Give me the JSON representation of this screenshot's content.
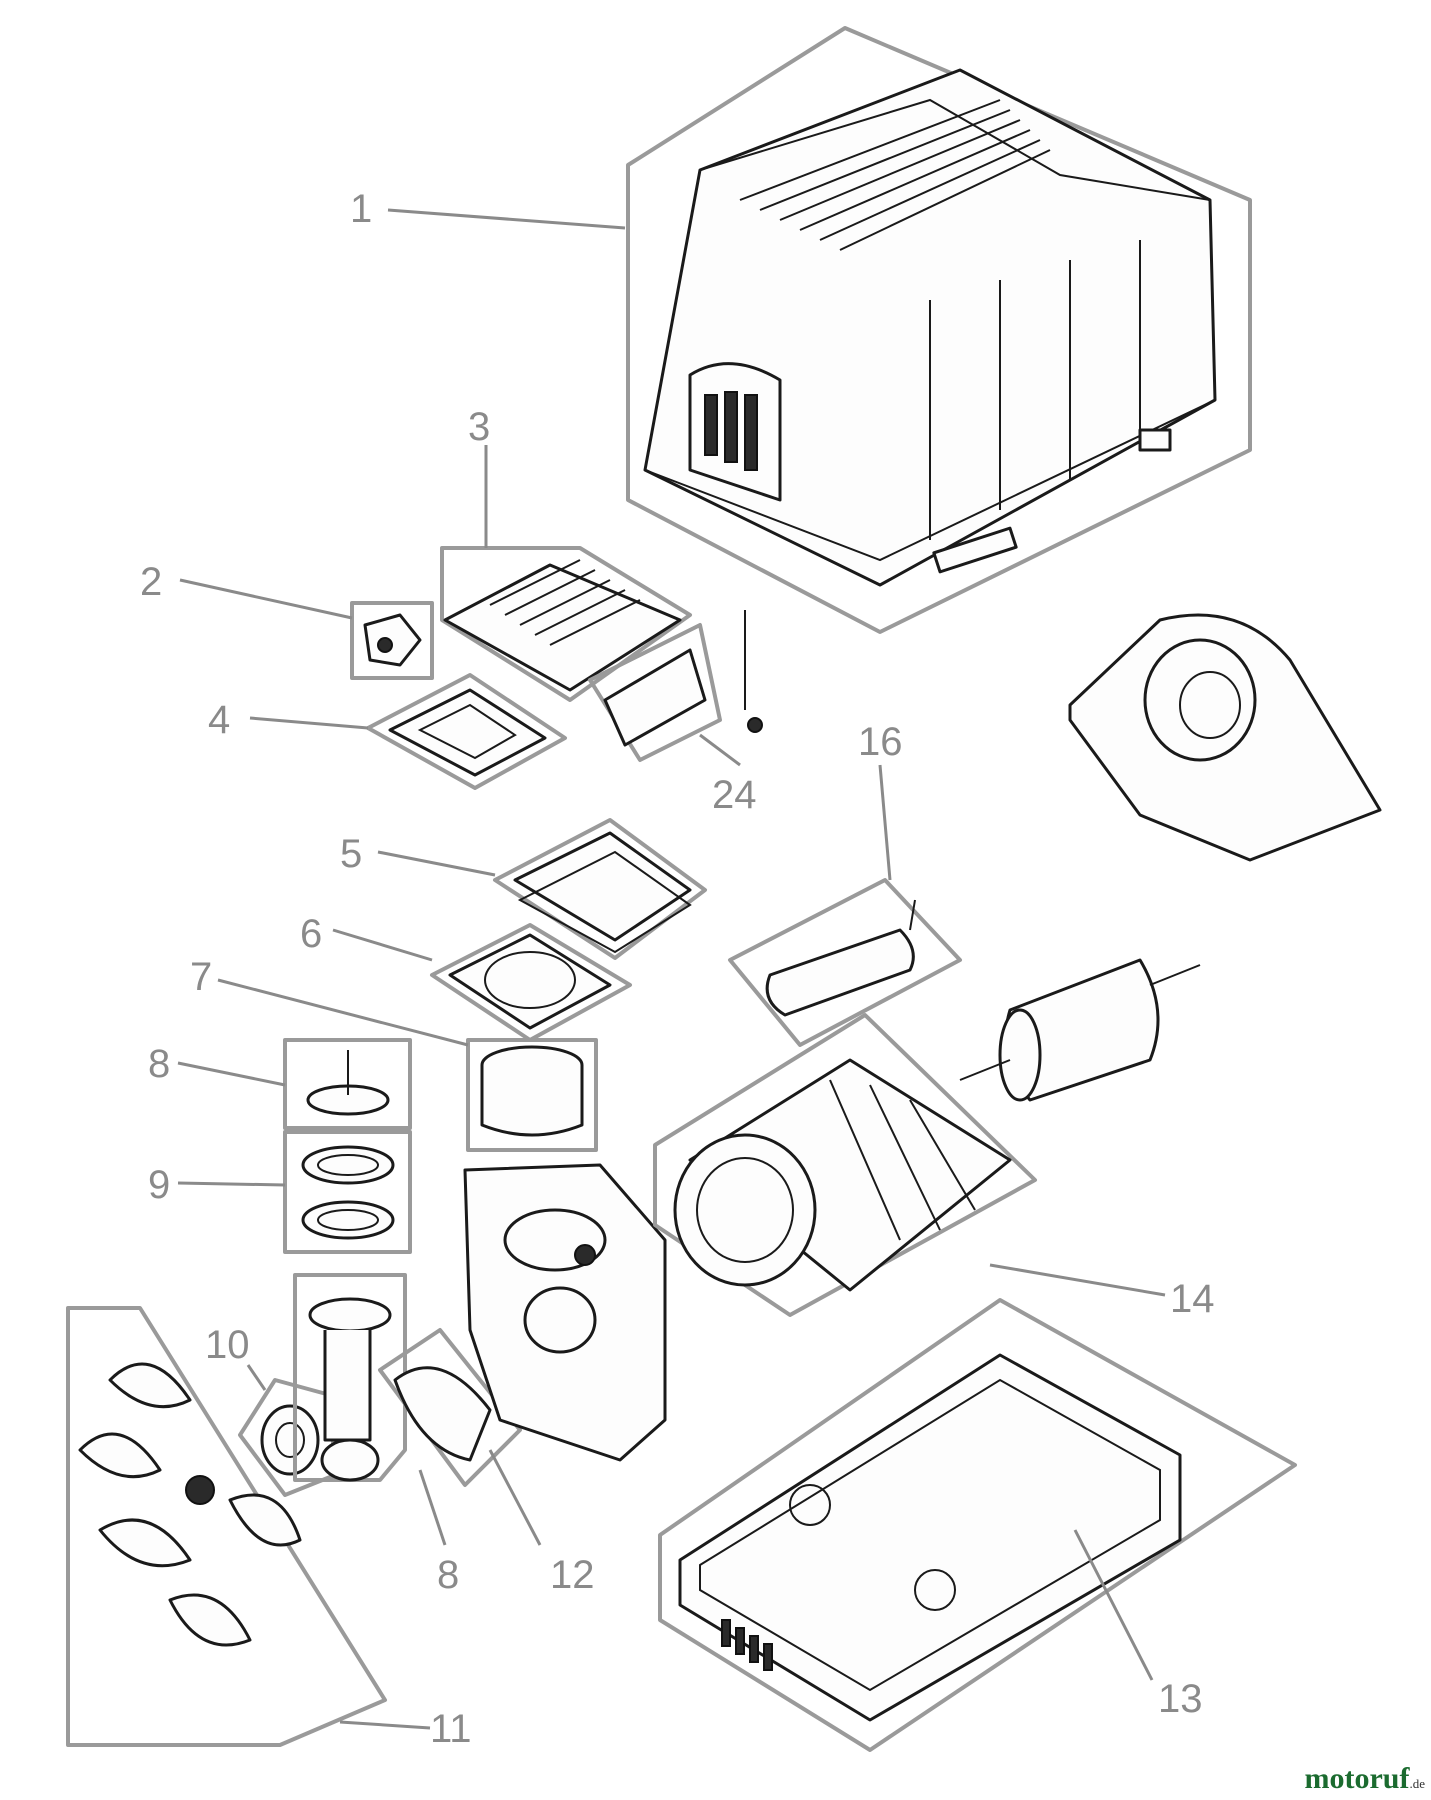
{
  "parts": [
    {
      "id": "1",
      "label": "1"
    },
    {
      "id": "2",
      "label": "2"
    },
    {
      "id": "3",
      "label": "3"
    },
    {
      "id": "4",
      "label": "4"
    },
    {
      "id": "5",
      "label": "5"
    },
    {
      "id": "6",
      "label": "6"
    },
    {
      "id": "7",
      "label": "7"
    },
    {
      "id": "8a",
      "label": "8"
    },
    {
      "id": "9",
      "label": "9"
    },
    {
      "id": "10",
      "label": "10"
    },
    {
      "id": "11",
      "label": "11"
    },
    {
      "id": "12",
      "label": "12"
    },
    {
      "id": "8b",
      "label": "8"
    },
    {
      "id": "13",
      "label": "13"
    },
    {
      "id": "14",
      "label": "14"
    },
    {
      "id": "16",
      "label": "16"
    },
    {
      "id": "24",
      "label": "24"
    }
  ],
  "watermark": {
    "brand": "motoruf",
    "tld": ".de"
  }
}
